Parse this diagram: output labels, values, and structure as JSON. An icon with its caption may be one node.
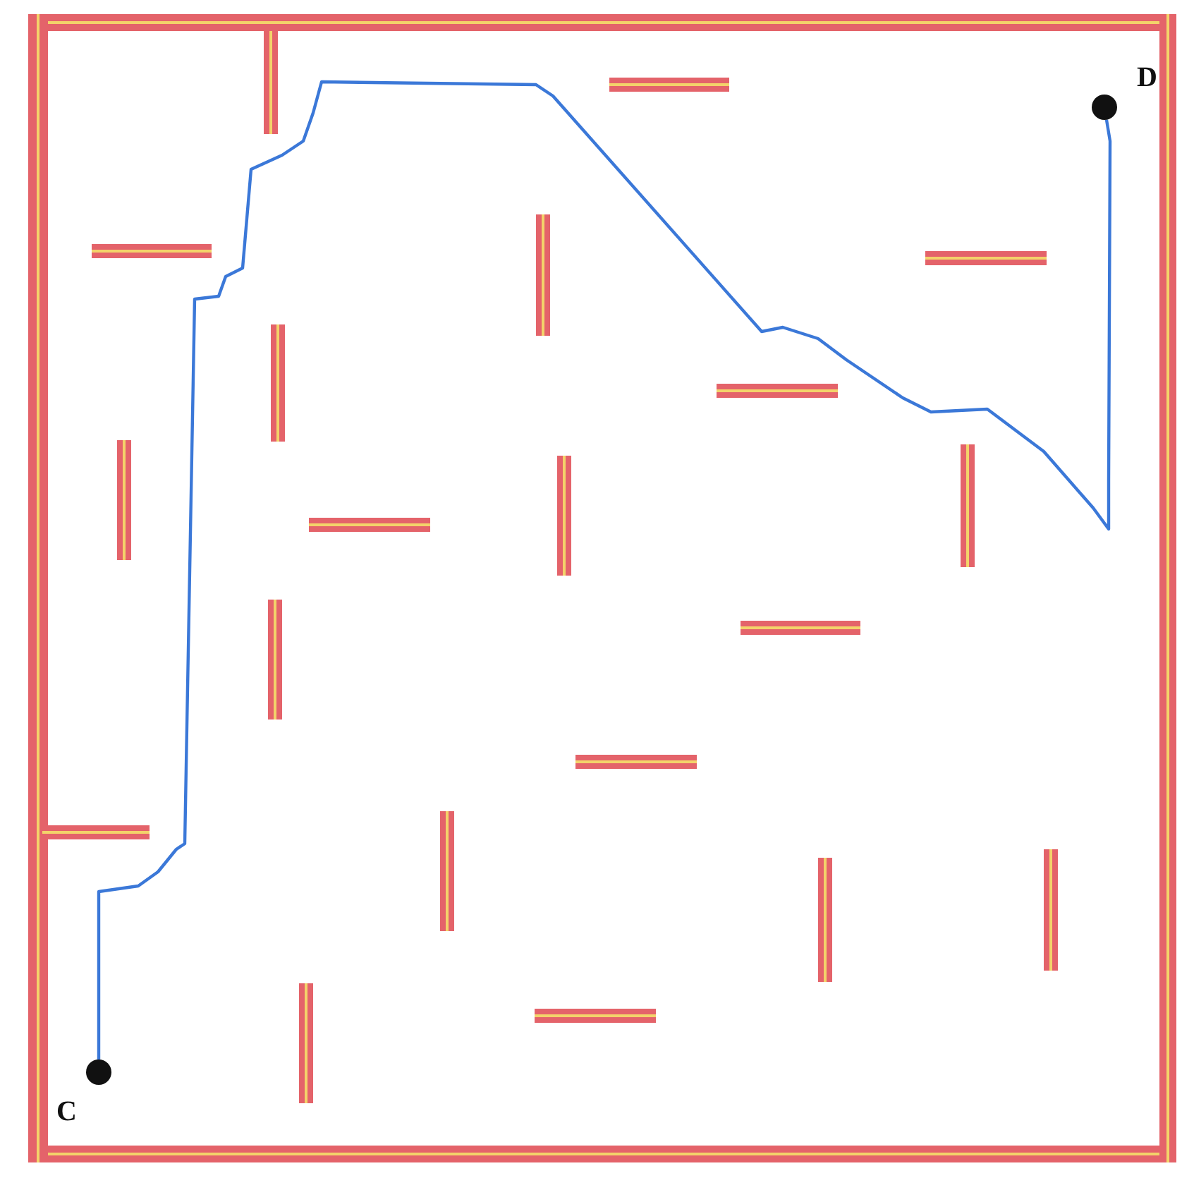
{
  "diagram": {
    "nodes": [
      {
        "text": [],
        "shape": "circle",
        "beside": [
          "C"
        ]
      },
      {
        "text": [],
        "shape": "circle",
        "beside": [
          "D"
        ]
      }
    ],
    "edges": [
      {
        "from": 0,
        "to": 1,
        "arrow": "none"
      }
    ]
  }
}
